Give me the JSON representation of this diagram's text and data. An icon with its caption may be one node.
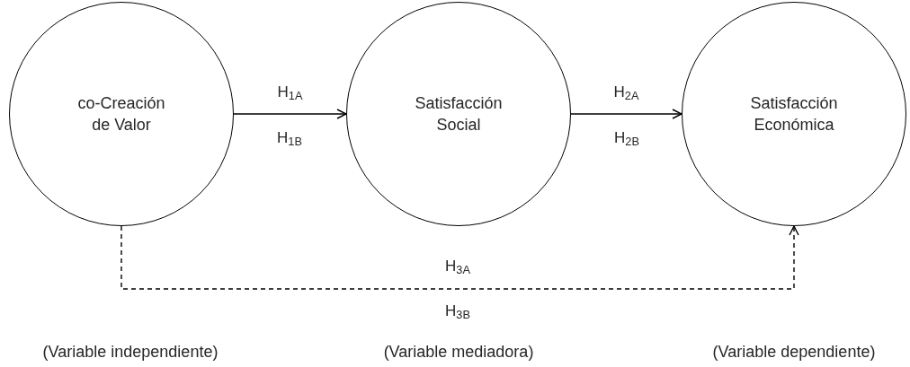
{
  "diagram": {
    "nodes": [
      {
        "text": [
          "co-Creación de Valor"
        ]
      },
      {
        "text": [
          "Satisfacción Social"
        ]
      },
      {
        "text": [
          "Satisfacción Económica"
        ]
      }
    ],
    "edges": [
      {
        "from": 0,
        "to": 1,
        "arrow": "to",
        "label": "H$_{1A}$"
      },
      {
        "from": 1,
        "to": 2,
        "arrow": "to",
        "label": "H$_{2A}$"
      },
      {
        "from": 0,
        "to": 2,
        "arrow": "to",
        "label": "H$_{3A}$",
        "style": "dashed"
      }
    ],
    "labels": [
      "H$_{1B}$",
      "H$_{2B}$",
      "H$_{3B}$",
      "(Variable independiente)",
      "(Variable mediadora)",
      "(Variable dependiente)"
    ]
  }
}
